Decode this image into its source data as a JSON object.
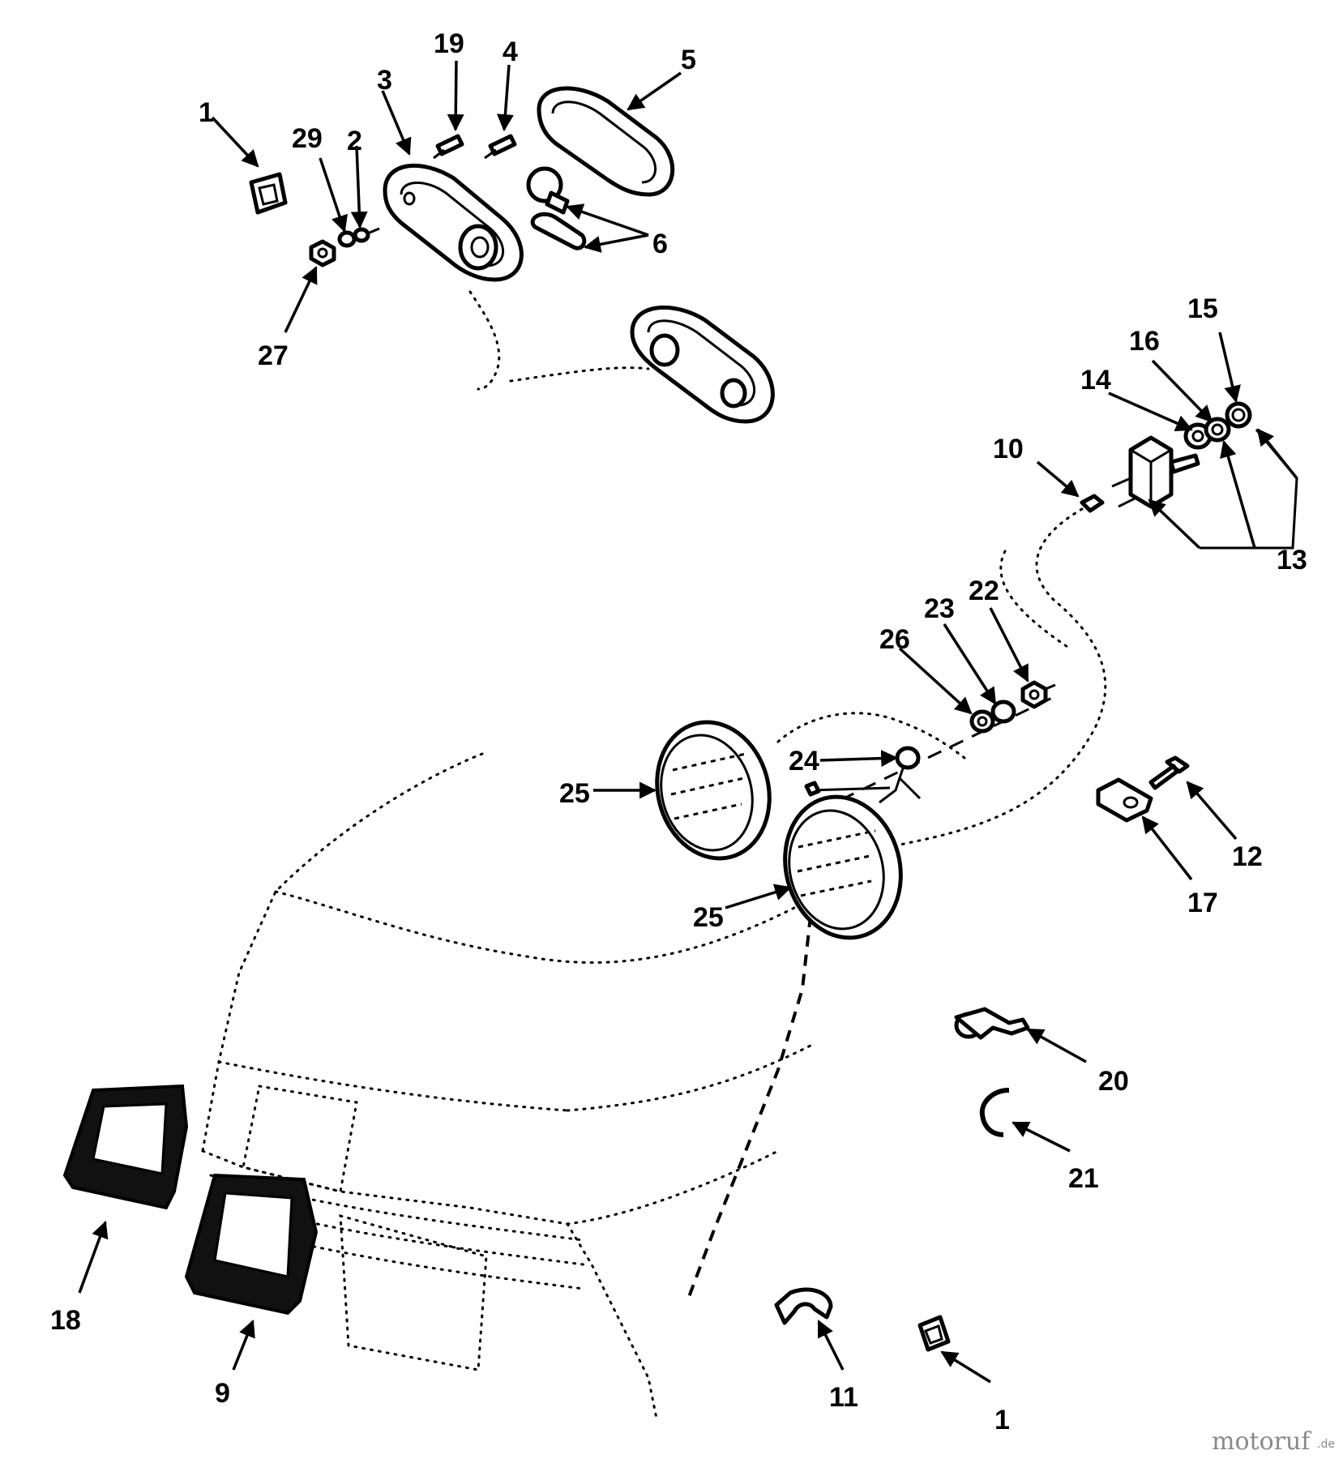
{
  "labels": [
    "1",
    "2",
    "3",
    "4",
    "5",
    "6",
    "9",
    "10",
    "11",
    "12",
    "13",
    "14",
    "15",
    "16",
    "17",
    "18",
    "19",
    "20",
    "21",
    "22",
    "23",
    "24",
    "25",
    "26",
    "27",
    "29"
  ],
  "watermark": {
    "main": "motoruf",
    "suffix": ".de"
  }
}
